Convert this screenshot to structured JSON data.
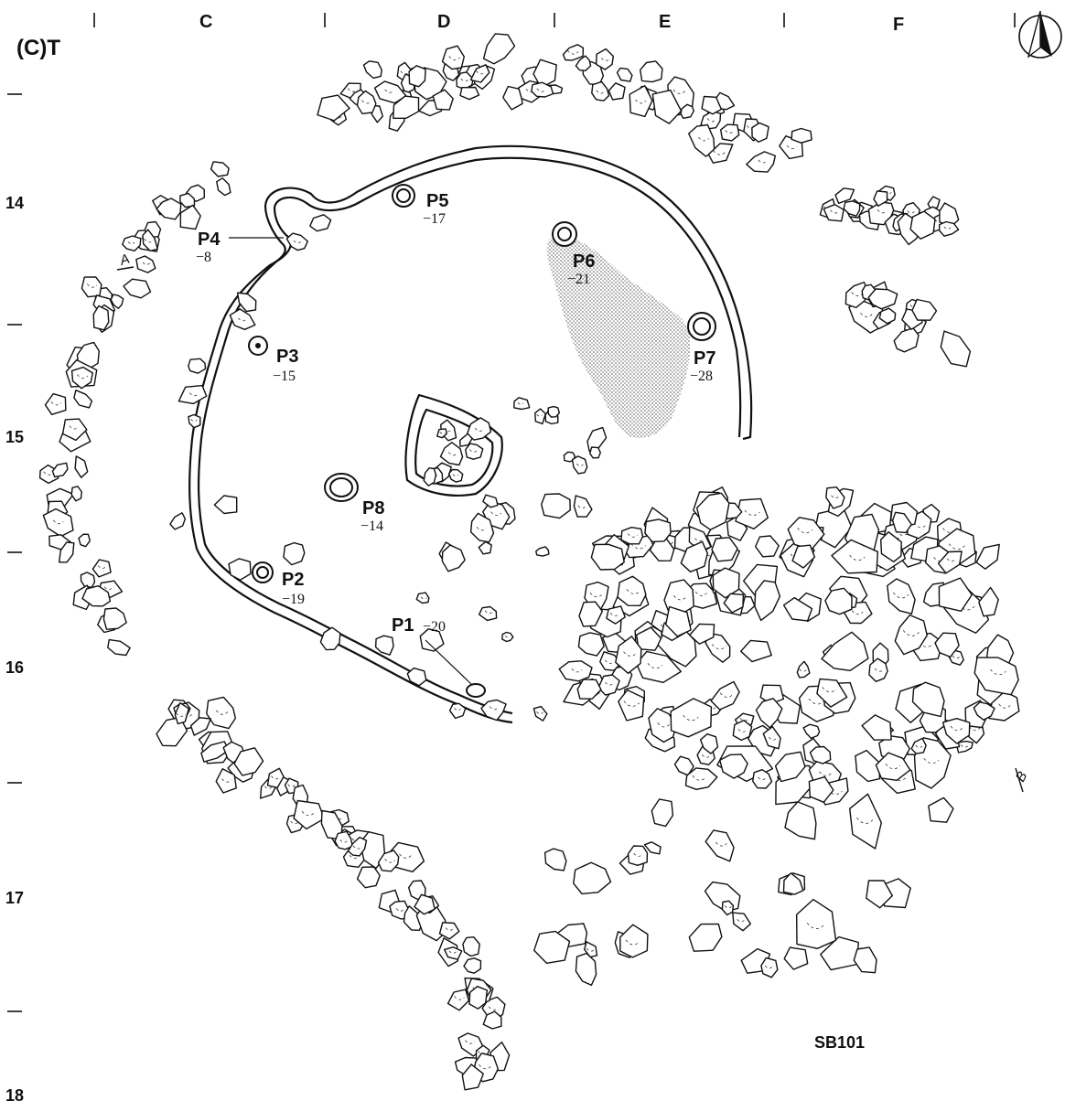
{
  "title": "(C)T",
  "caption": "SB101",
  "columns": [
    "C",
    "D",
    "E",
    "F"
  ],
  "rows": [
    "14",
    "15",
    "16",
    "17",
    "18"
  ],
  "section_markers": [
    "A",
    "B"
  ],
  "north_arrow_icon": "north-arrow-icon",
  "pits": [
    {
      "name": "P1",
      "depth": "−20"
    },
    {
      "name": "P2",
      "depth": "−19"
    },
    {
      "name": "P3",
      "depth": "−15"
    },
    {
      "name": "P4",
      "depth": "−8"
    },
    {
      "name": "P5",
      "depth": "−17"
    },
    {
      "name": "P6",
      "depth": "−21"
    },
    {
      "name": "P7",
      "depth": "−28"
    },
    {
      "name": "P8",
      "depth": "−14"
    }
  ],
  "colors": {
    "ink": "#111111",
    "hatch": "#9a9a9a",
    "background": "#ffffff"
  }
}
